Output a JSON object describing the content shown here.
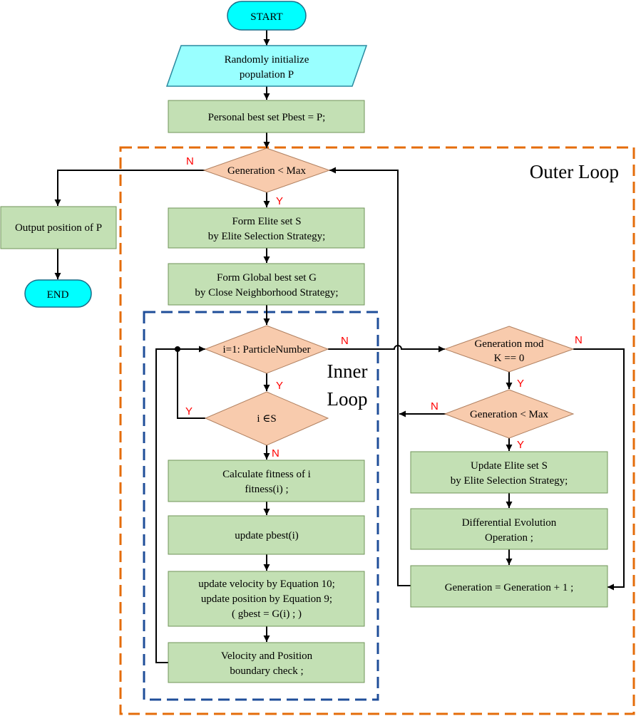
{
  "colors": {
    "terminal": "#00ffff",
    "io": "#99ffff",
    "process": "#c3e0b4",
    "process_stroke": "#70955a",
    "decision": "#f8cbad",
    "outer_loop": "#e46c0a",
    "inner_loop": "#1f4e99",
    "yn_label": "#ff0000"
  },
  "nodes": {
    "start": "START",
    "init": [
      "Randomly initialize",
      "population P"
    ],
    "pbest_set": "Personal best set Pbest = P;",
    "gen_check": "Generation < Max",
    "output": "Output position of P",
    "end": "END",
    "elite": [
      "Form Elite set S",
      "by Elite Selection Strategy;"
    ],
    "global": [
      "Form Global best set G",
      "by Close Neighborhood Strategy;"
    ],
    "particle_loop": "i=1: ParticleNumber",
    "in_s": "i ∈S",
    "fitness": [
      "Calculate fitness of i",
      "fitness(i) ;"
    ],
    "update_pbest": "update pbest(i)",
    "update_vel": [
      "update velocity by Equation 10;",
      "update position by Equation 9;",
      "( gbest = G(i) ; )"
    ],
    "boundary": [
      "Velocity and Position",
      "boundary check ;"
    ],
    "gen_mod": [
      "Generation mod",
      "K == 0"
    ],
    "gen_check2": "Generation < Max",
    "update_elite": [
      "Update Elite set S",
      "by Elite Selection Strategy;"
    ],
    "de": [
      "Differential Evolution",
      "Operation ;"
    ],
    "gen_inc": "Generation = Generation + 1 ;"
  },
  "loops": {
    "outer": "Outer Loop",
    "inner": [
      "Inner",
      "Loop"
    ]
  },
  "edge_labels": {
    "gen_check_no": "N",
    "gen_check_yes": "Y",
    "particle_no": "N",
    "particle_yes": "Y",
    "in_s_yes": "Y",
    "in_s_no": "N",
    "gen_mod_no": "N",
    "gen_mod_yes": "Y",
    "gen_check2_no": "N",
    "gen_check2_yes": "Y"
  }
}
